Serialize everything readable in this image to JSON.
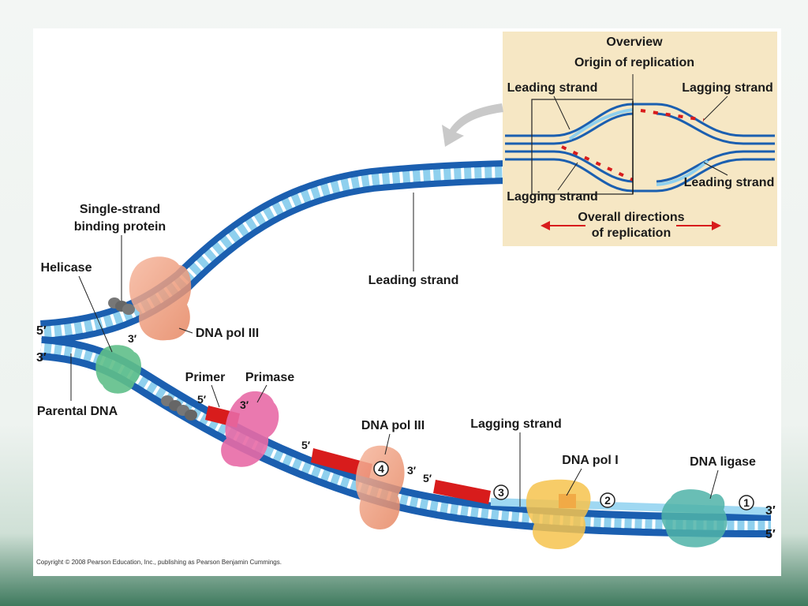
{
  "diagram": {
    "overview": {
      "title": "Overview",
      "origin": "Origin of replication",
      "leading_top": "Leading strand",
      "lagging_top": "Lagging strand",
      "lagging_bottom": "Lagging strand",
      "leading_bottom": "Leading strand",
      "directions_line1": "Overall directions",
      "directions_line2": "of replication"
    },
    "labels": {
      "ssb_line1": "Single-strand",
      "ssb_line2": "binding protein",
      "helicase": "Helicase",
      "leading_strand": "Leading strand",
      "dna_pol_iii_top": "DNA pol III",
      "five_prime_left": "5′",
      "three_prime_left": "3′",
      "three_prime_fork": "3′",
      "parental_dna": "Parental DNA",
      "primer": "Primer",
      "primase": "Primase",
      "primer_5": "5′",
      "primer_3": "3′",
      "dna_pol_iii_mid": "DNA pol III",
      "lagging_strand": "Lagging strand",
      "dna_pol_i": "DNA pol I",
      "dna_ligase": "DNA ligase",
      "okazaki_5": "5′",
      "mid_3": "3′",
      "mid_5": "5′",
      "right_3": "3′",
      "right_5": "5′",
      "step1": "1",
      "step2": "2",
      "step3": "3",
      "step4": "4"
    },
    "copyright": "Copyright © 2008 Pearson Education, Inc., publishing as Pearson Benjamin Cummings.",
    "colors": {
      "dark_strand": "#1b5fb0",
      "light_strand": "#8fd0ee",
      "primer": "#d81c1c",
      "overview_bg": "#f6e7c4"
    }
  }
}
